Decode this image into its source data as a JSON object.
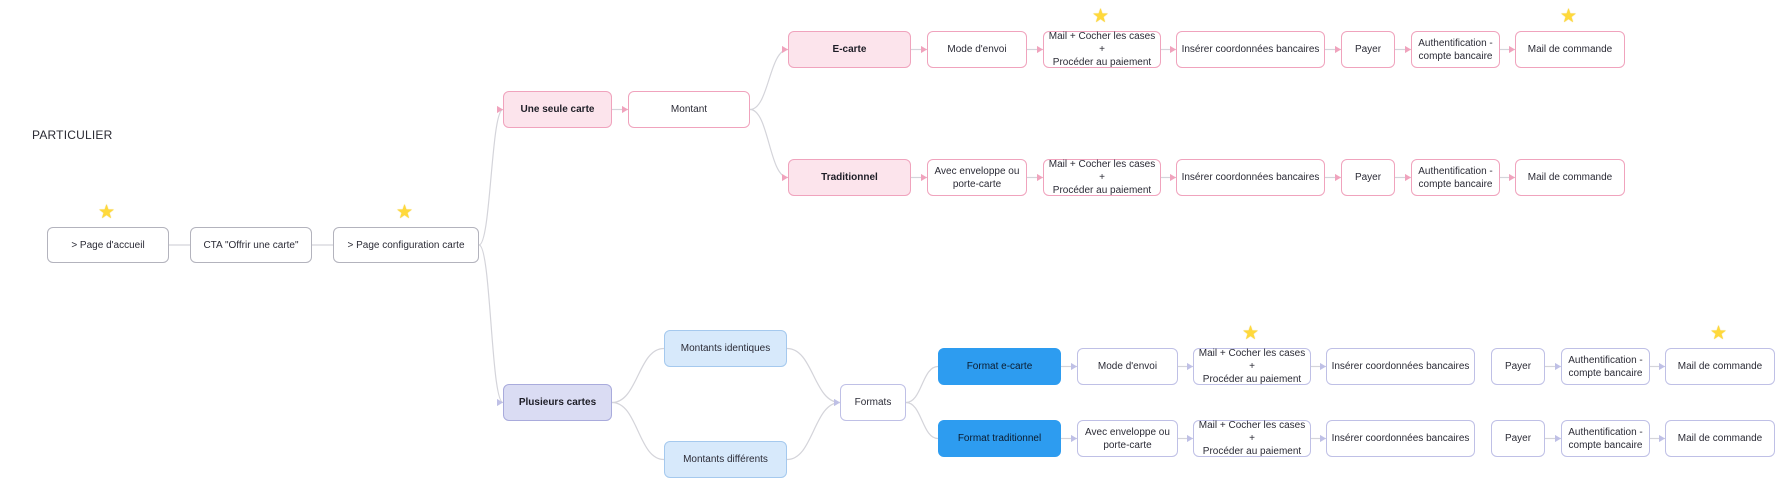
{
  "section_title": "PARTICULIER",
  "colors": {
    "edge": "#d4d4da",
    "arrow_pink": "#f0a3bd",
    "arrow_lavender": "#bfc0e6",
    "star": "#ffd93b",
    "accent_blue": "#2d9cf0"
  },
  "nodes": {
    "accueil": "> Page d'accueil",
    "cta": "CTA \"Offrir une carte\"",
    "config": "> Page configuration carte",
    "une_seule": "Une seule carte",
    "montant": "Montant",
    "ecarte": "E-carte",
    "tradi": "Traditionnel",
    "envoi1": "Mode d'envoi",
    "mail1": "Mail + Cocher les cases +\nProcéder au paiement",
    "inserer1": "Insérer coordonnées bancaires",
    "payer1": "Payer",
    "auth1": "Authentification -\ncompte bancaire",
    "cmd1": "Mail de commande",
    "envel2": "Avec enveloppe ou\nporte-carte",
    "mail2": "Mail + Cocher les cases +\nProcéder au paiement",
    "inserer2": "Insérer coordonnées bancaires",
    "payer2": "Payer",
    "auth2": "Authentification -\ncompte bancaire",
    "cmd2": "Mail de commande",
    "plusieurs": "Plusieurs cartes",
    "identiques": "Montants identiques",
    "differents": "Montants différents",
    "formats": "Formats",
    "fecarte": "Format e-carte",
    "ftradi": "Format traditionnel",
    "envoi3": "Mode d'envoi",
    "mail3": "Mail + Cocher les cases +\nProcéder au paiement",
    "inserer3": "Insérer coordonnées bancaires",
    "payer3": "Payer",
    "auth3": "Authentification -\ncompte bancaire",
    "cmd3": "Mail de commande",
    "envel4": "Avec enveloppe ou\nporte-carte",
    "mail4": "Mail + Cocher les cases +\nProcéder au paiement",
    "inserer4": "Insérer coordonnées bancaires",
    "payer4": "Payer",
    "auth4": "Authentification -\ncompte bancaire",
    "cmd4": "Mail de commande"
  },
  "stars": [
    "accueil",
    "config",
    "mail1",
    "cmd1",
    "mail3",
    "cmd3"
  ],
  "icons": {
    "star": "star-icon"
  }
}
